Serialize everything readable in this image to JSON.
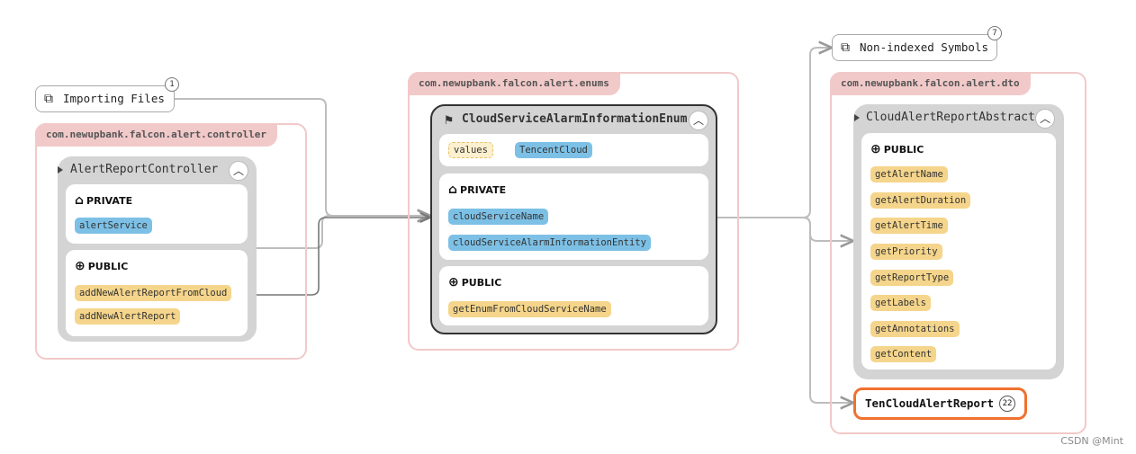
{
  "importing_files": {
    "label": "Importing Files",
    "count": "1"
  },
  "non_indexed": {
    "label": "Non-indexed Symbols",
    "count": "7"
  },
  "packages": {
    "controller": "com.newupbank.falcon.alert.controller",
    "enums": "com.newupbank.falcon.alert.enums",
    "dto": "com.newupbank.falcon.alert.dto"
  },
  "controller_class": {
    "name": "AlertReportController",
    "private_label": "PRIVATE",
    "private_members": [
      "alertService"
    ],
    "public_label": "PUBLIC",
    "public_members": [
      "addNewAlertReportFromCloud",
      "addNewAlertReport"
    ]
  },
  "enum_class": {
    "name": "CloudServiceAlarmInformationEnum",
    "values_label": "values",
    "values": [
      "TencentCloud"
    ],
    "private_label": "PRIVATE",
    "private_members": [
      "cloudServiceName",
      "cloudServiceAlarmInformationEntity"
    ],
    "public_label": "PUBLIC",
    "public_members": [
      "getEnumFromCloudServiceName"
    ]
  },
  "dto_class": {
    "name": "CloudAlertReportAbstract",
    "public_label": "PUBLIC",
    "public_members": [
      "getAlertName",
      "getAlertDuration",
      "getAlertTime",
      "getPriority",
      "getReportType",
      "getLabels",
      "getAnnotations",
      "getContent"
    ]
  },
  "ten_cloud": {
    "name": "TenCloudAlertReport",
    "count": "22"
  },
  "watermark": "CSDN @Mint",
  "colors": {
    "private_tag": "#7dc0e6",
    "public_tag": "#f5d58b",
    "package_border": "#f2c9c9",
    "selected_border": "#f07130"
  },
  "icons": {
    "chip": "copy-icon",
    "private": "home-icon",
    "public": "globe-icon",
    "enum": "flag-icon",
    "toggle": "chevron-up-icon"
  }
}
